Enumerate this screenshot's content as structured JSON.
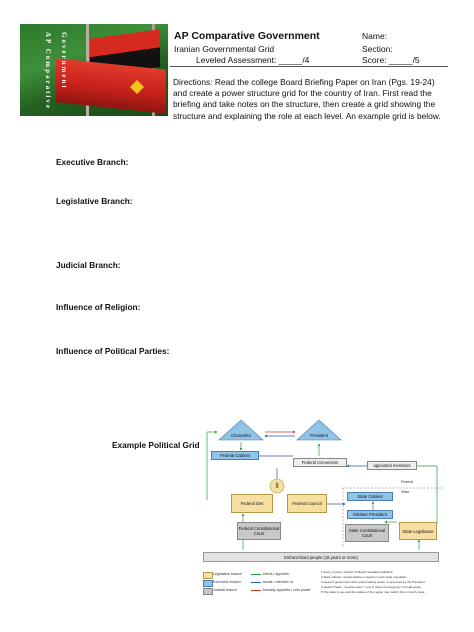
{
  "header": {
    "banner_text_1": "AP Comparative",
    "banner_text_2": "Government",
    "title": "AP Comparative Government",
    "subtitle": "Iranian Governmental Grid",
    "leveled_assessment": "Leveled Assessment: _____/4",
    "name_label": "Name:",
    "section_label": "Section:",
    "score_label": "Score: _____/5"
  },
  "directions": "Directions: Read the college Board Briefing Paper on Iran (Pgs. 19-24) and create a power structure grid for the country of Iran. First read the briefing and take notes on the structure, then create a grid showing the structure and explaining the role at each level. An example grid is below.",
  "sections": [
    "Executive Branch:",
    "Legislative Branch:",
    "Judicial Branch:",
    "Influence of Religion:",
    "Influence of Political Parties:"
  ],
  "example_label": "Example Political Grid",
  "diagram": {
    "chancellor": "Chancellor",
    "president": "President",
    "federal_cabinet": "Federal Cabinet",
    "federal_convention": "Federal Convention",
    "appointed_members": "appointed members",
    "section_symbol": "§",
    "federal_diet": "Federal Diet",
    "federal_council": "Federal Council",
    "state_cabinet": "State Cabinet",
    "minister_president": "Minister President",
    "federal_constitutional_court": "Federal Constitutional Court",
    "state_constitutional_court": "State Constitutional Court",
    "state_legislature": "State Legislature",
    "federal_label": "Federal",
    "state_label": "State",
    "enfranchised_people": "Enfranchised people (18 years or more)",
    "legend": [
      "Legislative branch",
      "Executive branch",
      "Judicial branch"
    ],
    "legend_arrows": [
      "elects / appoints",
      "sends / member of",
      "formally appoints / veto power"
    ],
    "notes": [
      "1  Every 4 years, election of Board mandate realization",
      "2  State cabinet, representative in board on each state population",
      "3  Head of government with policy-making power; is proposed by the President",
      "4  Head of State, \"neutral power\", only in state of emergency in broad power",
      "5  The state to use and the statute of the region may satisfy from minority state"
    ],
    "colors": {
      "legislative": "#f6dfa0",
      "executive": "#8fc3e8",
      "judicial": "#c8c8c8",
      "green_arrow": "#2f9a3e",
      "blue_arrow": "#2a5aa8",
      "red_arrow": "#c0392b"
    }
  }
}
